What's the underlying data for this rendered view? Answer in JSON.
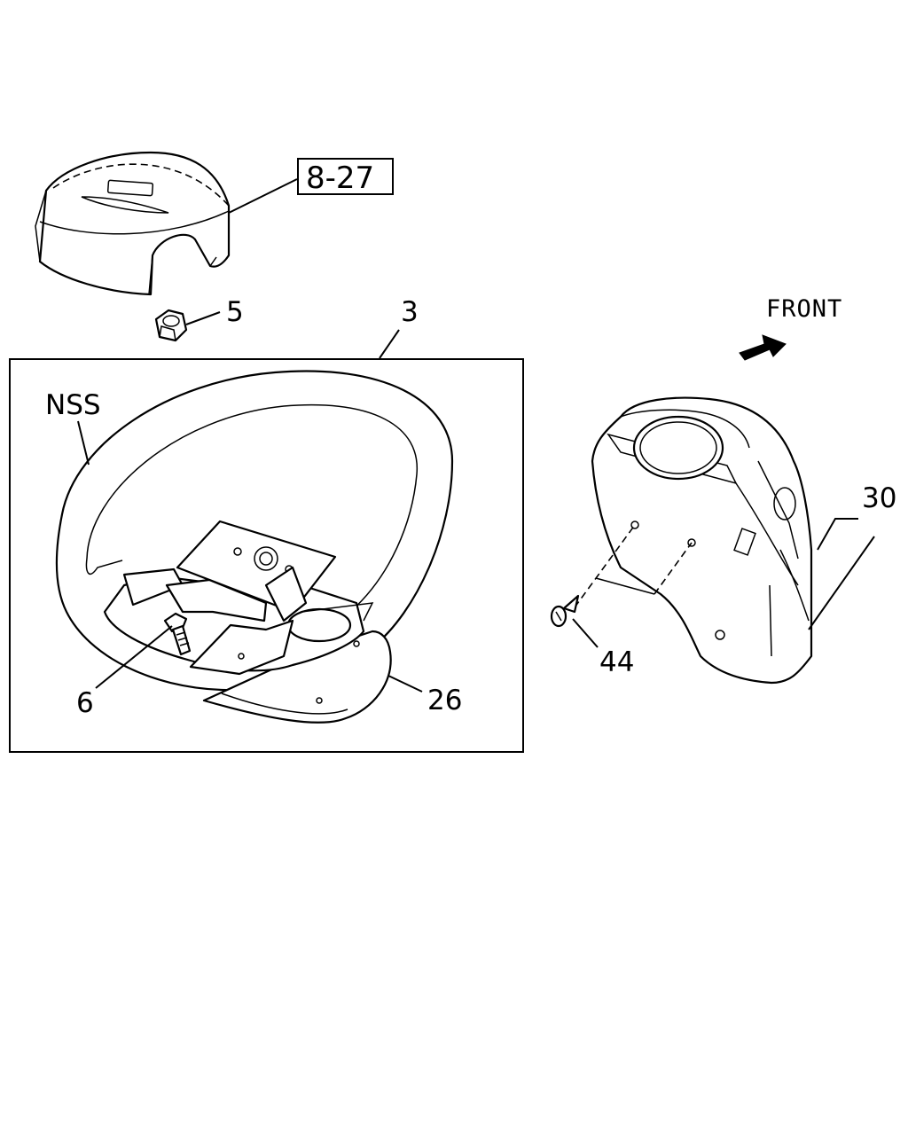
{
  "callouts": {
    "ref_box": "8-27",
    "part_5": "5",
    "part_3": "3",
    "nss": "NSS",
    "part_6": "6",
    "part_26": "26",
    "part_30": "30",
    "part_44": "44",
    "front": "FRONT"
  }
}
